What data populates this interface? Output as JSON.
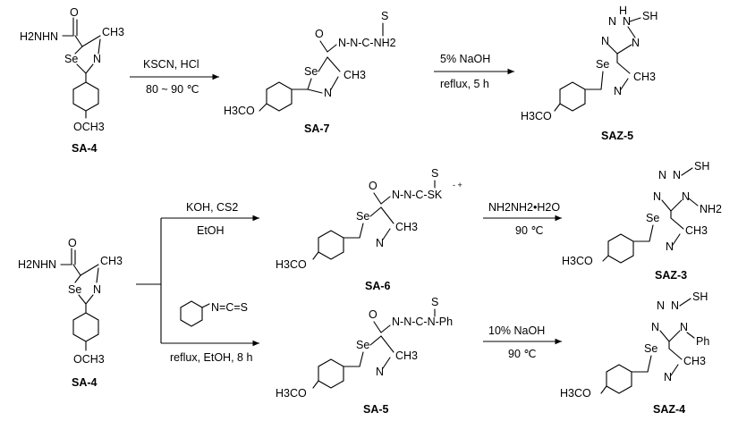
{
  "atoms": {
    "hydrazide": "H2NHN",
    "O": "O",
    "S": "S",
    "Se": "Se",
    "N": "N",
    "CH3": "CH3",
    "OCH3": "OCH3",
    "H3CO": "H3CO",
    "SH": "SH",
    "NH2": "NH2",
    "H": "H",
    "Ph": "Ph",
    "thiosemicarbazide_tail": "N-N-C-NH2",
    "dithio_tail": "N-N-C-SK",
    "phenyl_tail": "N-N-C-N-Ph",
    "NCS": "N=C=S",
    "charges": "- +"
  },
  "compounds": {
    "sa4_top": "SA-4",
    "sa7": "SA-7",
    "saz5": "SAZ-5",
    "sa4_bottom": "SA-4",
    "sa6": "SA-6",
    "saz3": "SAZ-3",
    "sa5": "SA-5",
    "saz4": "SAZ-4"
  },
  "conditions": {
    "r1_above": "KSCN, HCl",
    "r1_below": "80 ~ 90 ℃",
    "r2_above": "5% NaOH",
    "r2_below": "reflux, 5 h",
    "r3_above": "KOH, CS2",
    "r3_below": "EtOH",
    "r4_above": "NH2NH2•H2O",
    "r4_below": "90 ℃",
    "r5_below": "reflux, EtOH, 8 h",
    "r6_above": "10% NaOH",
    "r6_below": "90 ℃"
  }
}
